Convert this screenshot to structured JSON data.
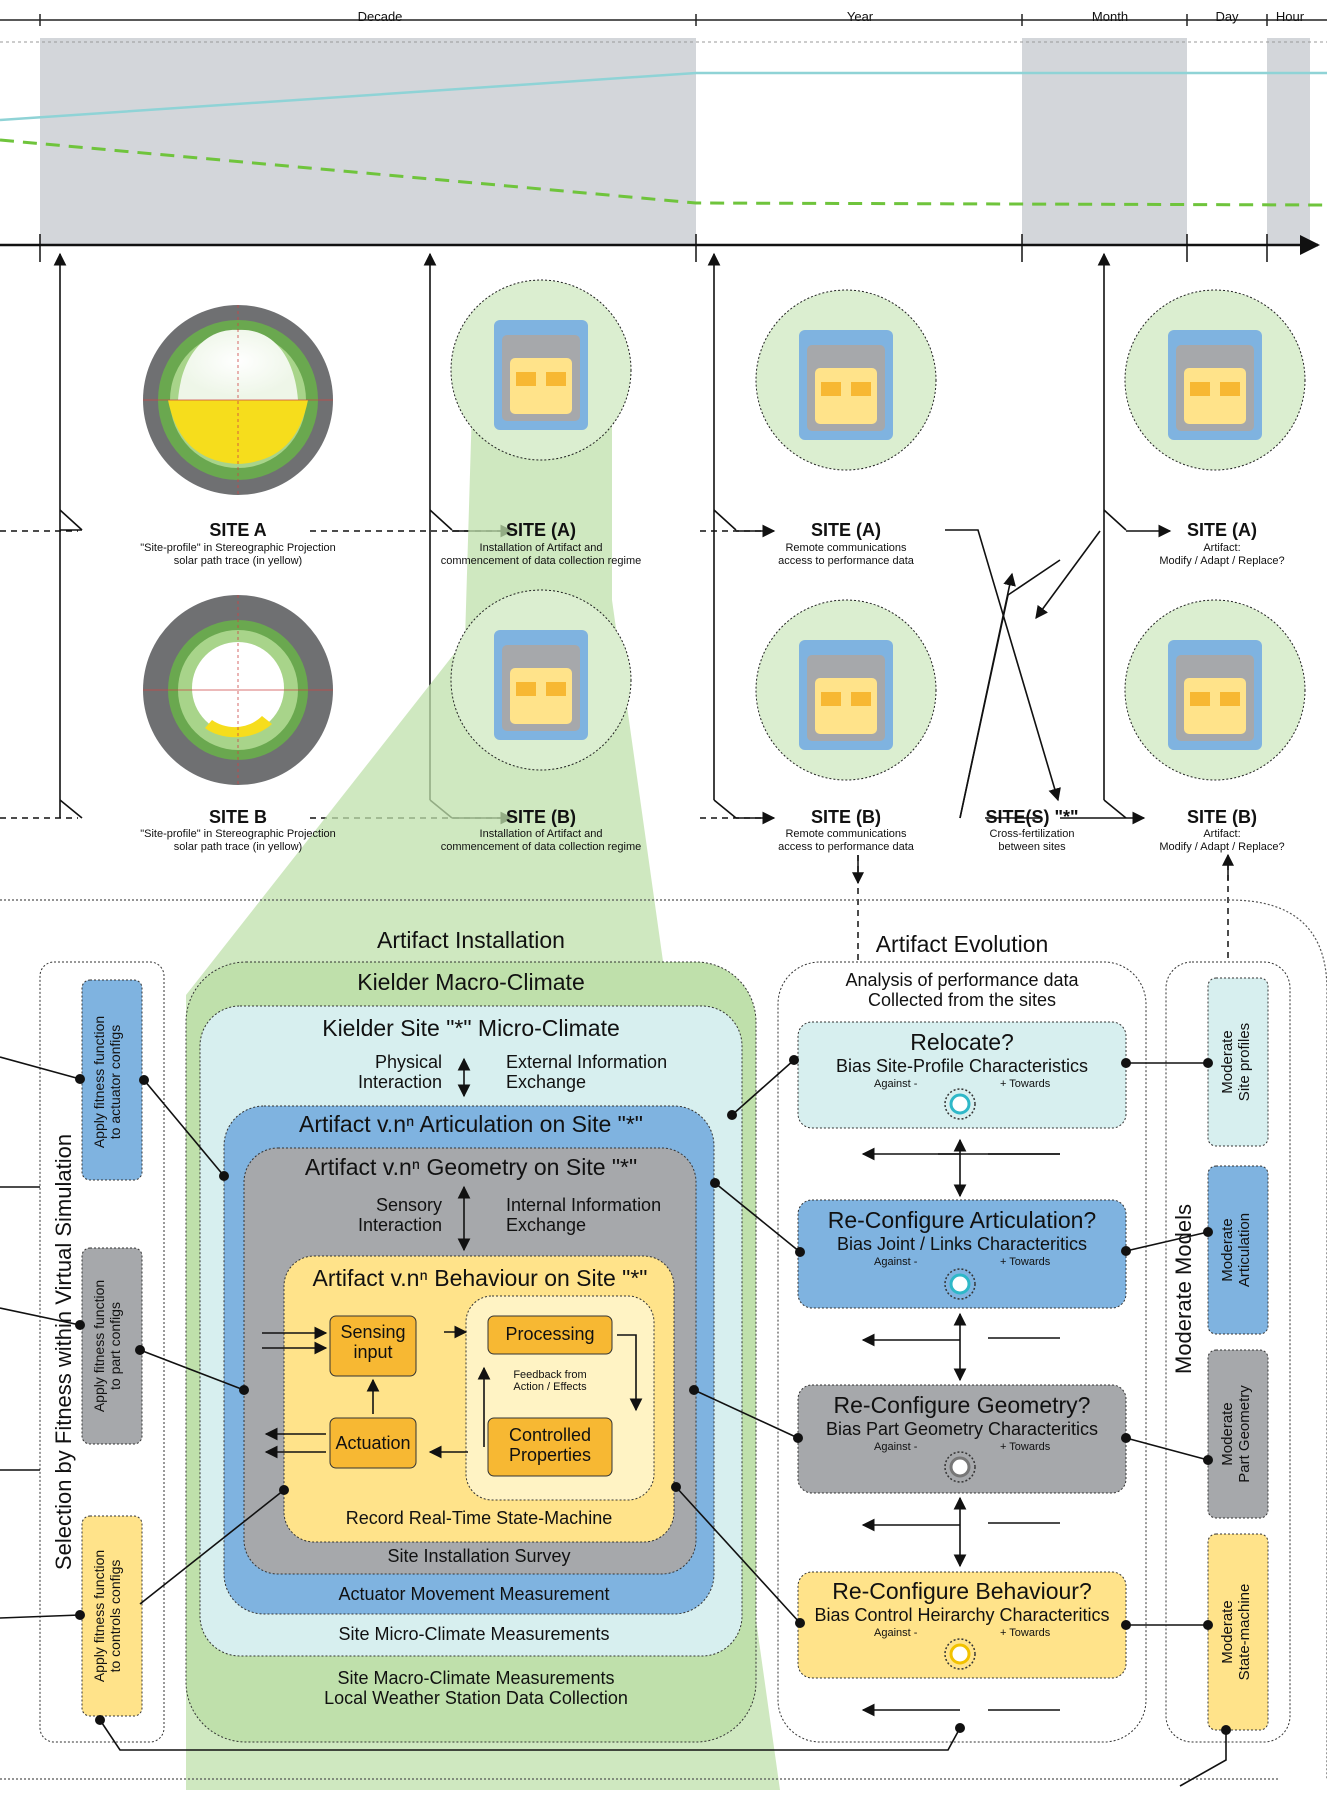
{
  "timeline": {
    "scales": [
      "Decade",
      "Year",
      "Month",
      "Day",
      "Hour"
    ]
  },
  "site_profiles": {
    "a_title": "SITE A",
    "a_desc1": "\"Site-profile\" in Stereographic Projection",
    "a_desc2": "solar path trace (in yellow)",
    "b_title": "SITE B",
    "b_desc1": "\"Site-profile\" in Stereographic Projection",
    "b_desc2": "solar path trace (in yellow)"
  },
  "installation": {
    "a_title": "SITE (A)",
    "a_desc1": "Installation of Artifact and",
    "a_desc2": "commencement of data collection regime",
    "b_title": "SITE (B)",
    "b_desc1": "Installation of Artifact and",
    "b_desc2": "commencement of data collection regime"
  },
  "remote": {
    "a_title": "SITE (A)",
    "a_desc1": "Remote communications",
    "a_desc2": "access to performance data",
    "b_title": "SITE (B)",
    "b_desc1": "Remote communications",
    "b_desc2": "access to performance data"
  },
  "cross": {
    "title": "SITE(S) \"*\"",
    "desc1": "Cross-fertilization",
    "desc2": "between sites"
  },
  "modify": {
    "a_title": "SITE (A)",
    "a_desc1": "Artifact:",
    "a_desc2": "Modify / Adapt / Replace?",
    "b_title": "SITE (B)",
    "b_desc1": "Artifact:",
    "b_desc2": "Modify / Adapt / Replace?"
  },
  "selection": {
    "title": "Selection by Fitness within  Virtual Simulation",
    "actuator": [
      "Apply fitness function",
      "to actuator configs"
    ],
    "part": [
      "Apply fitness function",
      "to part configs"
    ],
    "controls": [
      "Apply fitness function",
      "to controls configs"
    ]
  },
  "installation_box": {
    "title": "Artifact Installation",
    "macro": "Kielder Macro-Climate",
    "micro": "Kielder Site \"*\" Micro-Climate",
    "physical": [
      "Physical",
      "Interaction"
    ],
    "external": [
      "External Information",
      "Exchange"
    ],
    "articulation": "Artifact v.nⁿ Articulation on Site \"*\"",
    "geometry": "Artifact v.nⁿ Geometry on Site \"*\"",
    "sensory": [
      "Sensory",
      "Interaction"
    ],
    "internal": [
      "Internal Information",
      "Exchange"
    ],
    "behaviour": "Artifact v.nⁿ Behaviour on Site \"*\"",
    "sensing": [
      "Sensing",
      "input"
    ],
    "processing": "Processing",
    "feedback": [
      "Feedback from",
      "Action / Effects"
    ],
    "actuation": "Actuation",
    "controlled": [
      "Controlled",
      "Properties"
    ],
    "record": "Record Real-Time State-Machine",
    "survey": "Site Installation Survey",
    "actuator_measure": "Actuator Movement Measurement",
    "micro_measure": "Site Micro-Climate Measurements",
    "macro_measure": [
      "Site Macro-Climate Measurements",
      "Local Weather Station Data Collection"
    ]
  },
  "evolution": {
    "title": "Artifact Evolution",
    "analysis": [
      "Analysis of performance data",
      "Collected from the sites"
    ],
    "against": "Against -",
    "towards": "+ Towards",
    "relocate": {
      "title": "Relocate?",
      "desc": "Bias Site-Profile  Characteristics"
    },
    "articulation": {
      "title": "Re-Configure Articulation?",
      "desc": "Bias Joint / Links Characteritics"
    },
    "geometry": {
      "title": "Re-Configure Geometry?",
      "desc": "Bias Part Geometry  Characteritics"
    },
    "behaviour": {
      "title": "Re-Configure Behaviour?",
      "desc": "Bias Control Heirarchy  Characteritics"
    }
  },
  "models": {
    "title": "Moderate Models",
    "site": [
      "Moderate",
      "Site profiles"
    ],
    "articulation": [
      "Moderate",
      "Articulation"
    ],
    "part": [
      "Moderate",
      "Part Geometry"
    ],
    "state": [
      "Moderate",
      "State-machine"
    ]
  },
  "colors": {
    "grey_band": "#d3d6da",
    "teal_line": "#8fd3d6",
    "green_dash": "#6fc43c",
    "green_fan": "#bfe0ab",
    "light_cyan": "#d7efef",
    "blue": "#7fb3e0",
    "grey": "#a6a8ab",
    "yellow": "#ffe38a",
    "orange": "#f7b833"
  }
}
